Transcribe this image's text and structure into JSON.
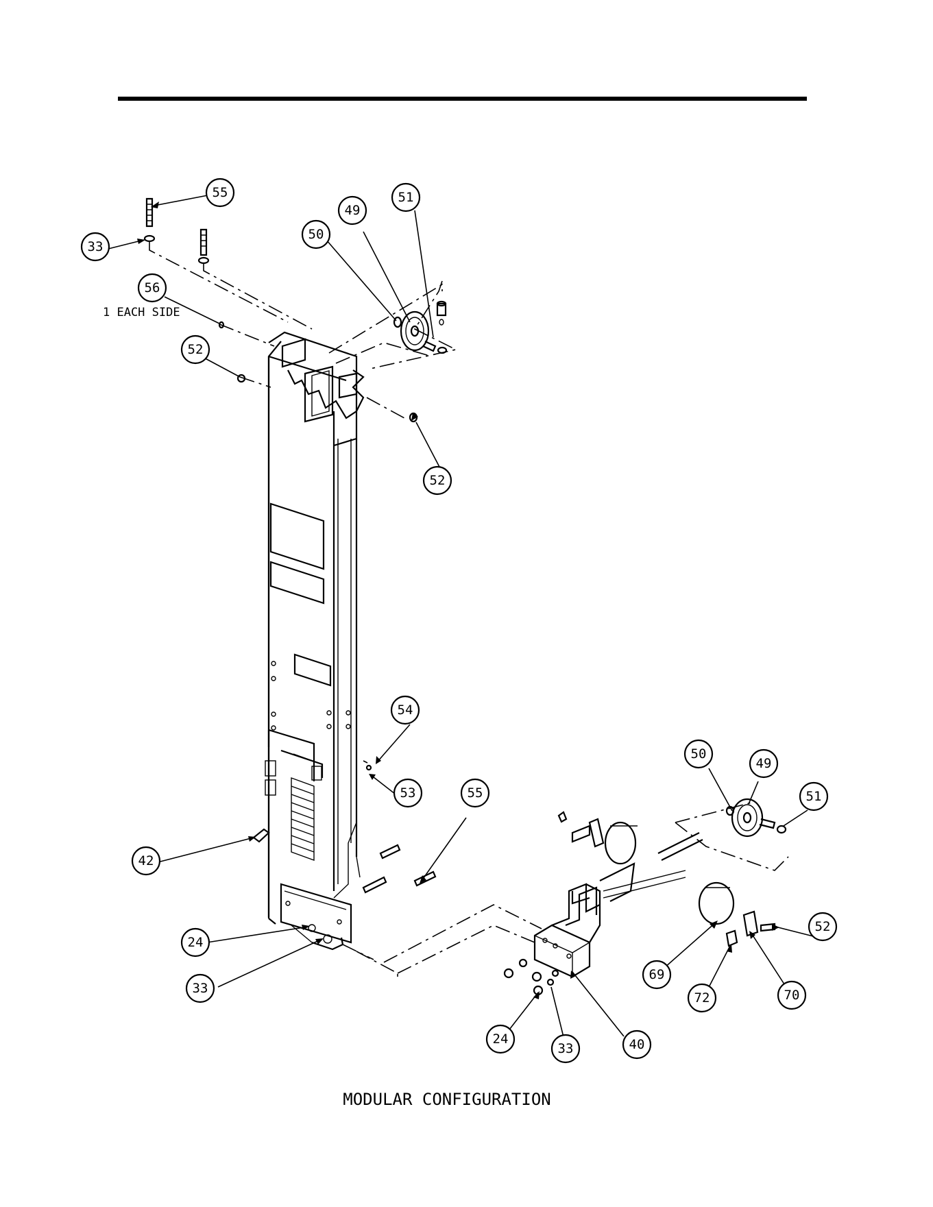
{
  "caption": "MODULAR CONFIGURATION",
  "note_each_side": "1 EACH SIDE",
  "callouts": {
    "c55_top": "55",
    "c33_top": "33",
    "c56": "56",
    "c52_left": "52",
    "c50_top": "50",
    "c49_top": "49",
    "c51_top": "51",
    "c52_mid": "52",
    "c54": "54",
    "c53": "53",
    "c55_mid": "55",
    "c42": "42",
    "c24_left": "24",
    "c33_left": "33",
    "c50_right": "50",
    "c49_right": "49",
    "c51_right": "51",
    "c52_right": "52",
    "c69": "69",
    "c72": "72",
    "c70": "70",
    "c24_bottom": "24",
    "c33_bottom": "33",
    "c40": "40"
  }
}
